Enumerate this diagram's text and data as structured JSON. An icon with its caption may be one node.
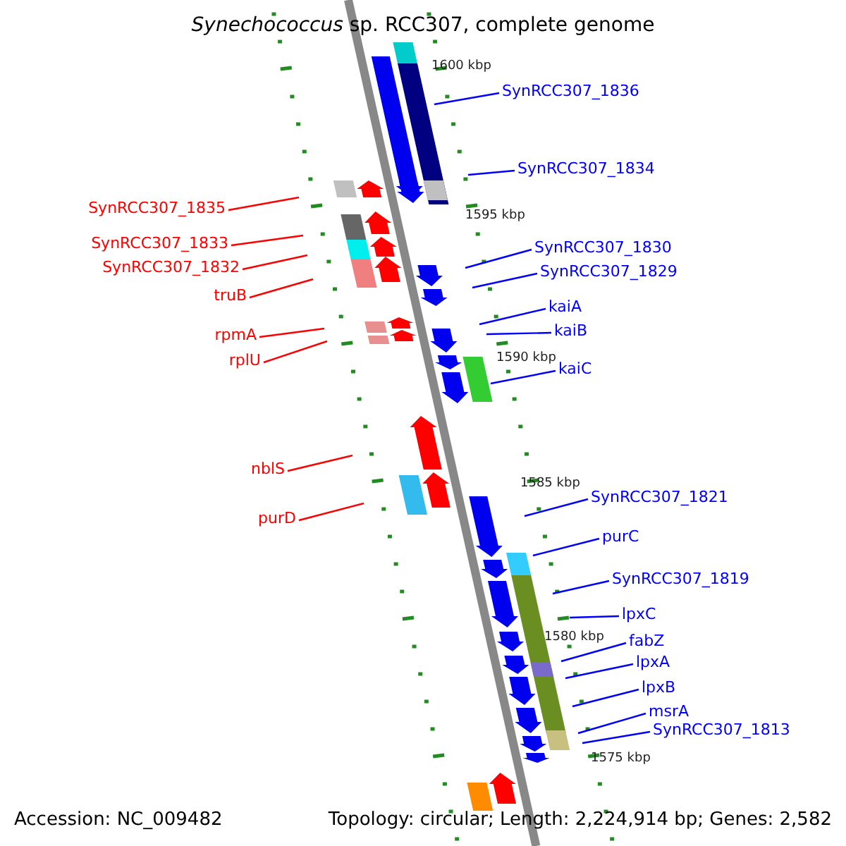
{
  "diagram": {
    "title": "*Synechococcus* sp. RCC307, complete genome",
    "nodes": [
      {
        "text": [
          "SynRCC307_1836"
        ]
      },
      {
        "text": [
          "SynRCC307_1835"
        ]
      },
      {
        "text": [
          "SynRCC307_1834"
        ]
      },
      {
        "text": [
          "SynRCC307_1833"
        ]
      },
      {
        "text": [
          "SynRCC307_1832"
        ]
      },
      {
        "text": [
          "SynRCC307_1830"
        ]
      },
      {
        "text": [
          "SynRCC307_1829"
        ]
      },
      {
        "text": [
          "truB"
        ]
      },
      {
        "text": [
          "kaiA"
        ]
      },
      {
        "text": [
          "rpmA"
        ]
      },
      {
        "text": [
          "kaiB"
        ]
      },
      {
        "text": [
          "kaiC"
        ]
      },
      {
        "text": [
          "rplU"
        ]
      },
      {
        "text": [
          "nblS"
        ]
      },
      {
        "text": [
          "SynRCC307_1821"
        ]
      },
      {
        "text": [
          "purD"
        ]
      },
      {
        "text": [
          "purC"
        ]
      },
      {
        "text": [
          "SynRCC307_1819"
        ]
      },
      {
        "text": [
          "lpxC"
        ]
      },
      {
        "text": [
          "fabZ"
        ]
      },
      {
        "text": [
          "lpxA"
        ]
      },
      {
        "text": [
          "lpxB"
        ]
      },
      {
        "text": [
          "msrA"
        ]
      },
      {
        "text": [
          "SynRCC307_1813"
        ]
      }
    ],
    "edges": [
      {
        "from": 0,
        "to": null,
        "arrow": "none"
      },
      {
        "from": 1,
        "to": null,
        "arrow": "none",
        "color": "#ff0000"
      },
      {
        "from": 2,
        "to": null,
        "arrow": "none"
      },
      {
        "from": 3,
        "to": null,
        "arrow": "none",
        "color": "#ff0000"
      },
      {
        "from": 4,
        "to": null,
        "arrow": "none",
        "color": "#ff0000"
      },
      {
        "from": 5,
        "to": null,
        "arrow": "none"
      },
      {
        "from": 6,
        "to": null,
        "arrow": "none"
      },
      {
        "from": 7,
        "to": null,
        "arrow": "none",
        "color": "#ff0000"
      },
      {
        "from": 8,
        "to": null,
        "arrow": "none"
      },
      {
        "from": 9,
        "to": null,
        "arrow": "none",
        "color": "#ff0000"
      },
      {
        "from": 10,
        "to": null,
        "arrow": "none"
      },
      {
        "from": 11,
        "to": null,
        "arrow": "none"
      },
      {
        "from": 12,
        "to": null,
        "arrow": "none",
        "color": "#ff0000"
      },
      {
        "from": 13,
        "to": null,
        "arrow": "none",
        "color": "#ff0000"
      },
      {
        "from": 14,
        "to": null,
        "arrow": "none"
      },
      {
        "from": 15,
        "to": null,
        "arrow": "none",
        "color": "#ff0000"
      },
      {
        "from": 16,
        "to": null,
        "arrow": "none"
      },
      {
        "from": 17,
        "to": null,
        "arrow": "none"
      },
      {
        "from": 18,
        "to": null,
        "arrow": "none"
      },
      {
        "from": 19,
        "to": null,
        "arrow": "none"
      },
      {
        "from": 20,
        "to": null,
        "arrow": "none"
      },
      {
        "from": 21,
        "to": null,
        "arrow": "none"
      },
      {
        "from": 22,
        "to": null,
        "arrow": "none"
      },
      {
        "from": 23,
        "to": null,
        "arrow": "none"
      }
    ],
    "labels": [
      "1600 kbp",
      "1595 kbp",
      "1590 kbp",
      "1585 kbp",
      "1580 kbp",
      "1575 kbp",
      "Accession: NC_009482",
      "Topology: circular; Length: 2,224,914 bp; Genes: 2,582"
    ]
  }
}
